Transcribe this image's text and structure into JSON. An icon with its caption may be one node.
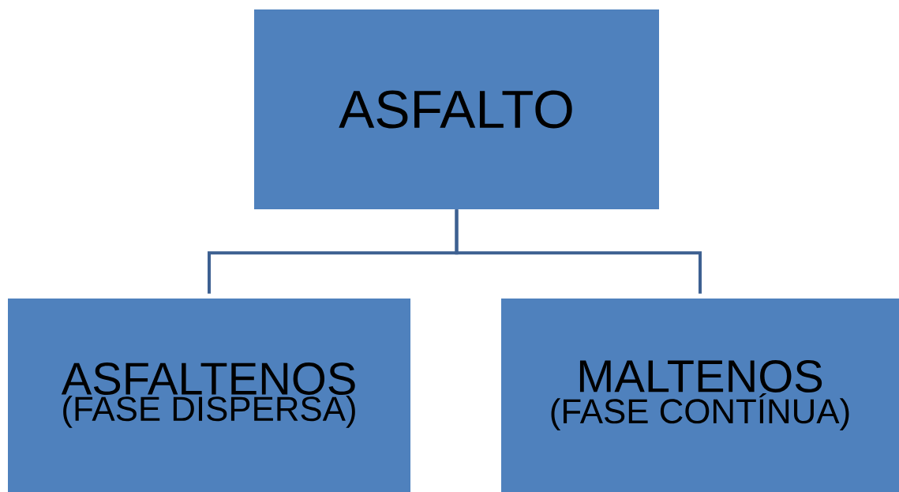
{
  "diagram": {
    "nodes": [
      {
        "text": [
          "ASFALTO"
        ]
      },
      {
        "text": [
          "ASFALTENOS",
          "(FASE DISPERSA)"
        ]
      },
      {
        "text": [
          "MALTENOS",
          "(FASE CONTÍNUA)"
        ]
      }
    ],
    "edges": [
      {
        "from": 0,
        "to": 1,
        "arrow": "none"
      },
      {
        "from": 0,
        "to": 2,
        "arrow": "none"
      }
    ]
  }
}
